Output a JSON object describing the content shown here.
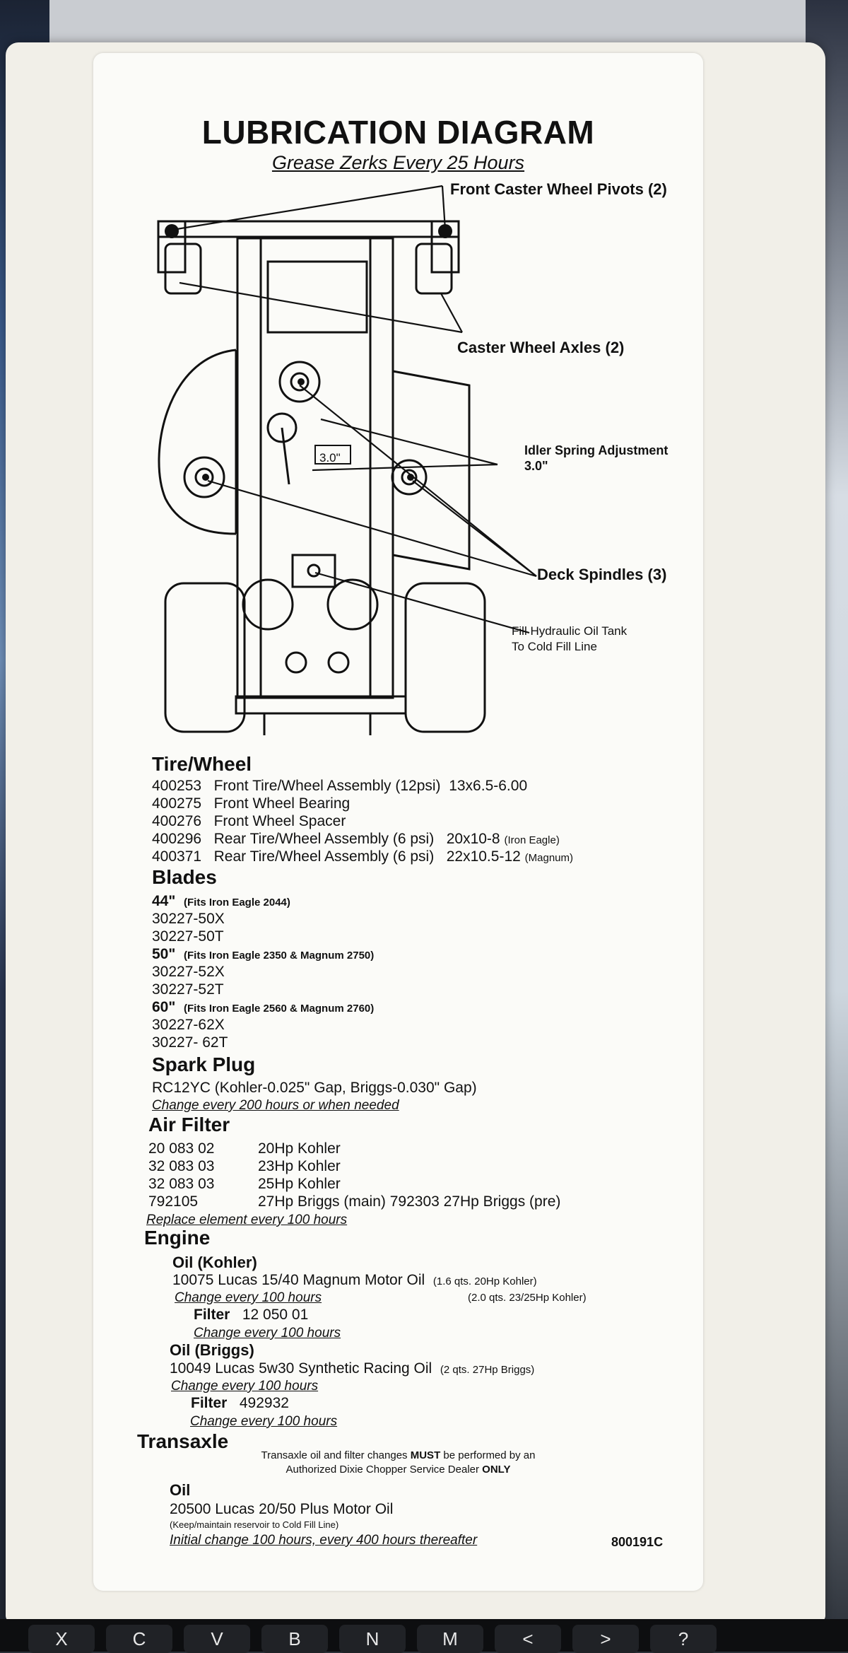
{
  "title": "LUBRICATION DIAGRAM",
  "subtitle": "Grease Zerks Every 25 Hours",
  "callouts": {
    "front_caster": "Front Caster Wheel Pivots (2)",
    "caster_axles": "Caster Wheel Axles (2)",
    "idler_1": "Idler Spring Adjustment",
    "idler_2": "3.0\"",
    "dim": "3.0\"",
    "deck_spindles": "Deck Spindles (3)",
    "fill_1": "Fill Hydraulic Oil Tank",
    "fill_2": "To Cold Fill Line"
  },
  "tire_wheel": {
    "heading": "Tire/Wheel",
    "rows": [
      {
        "part": "400253",
        "desc": "Front Tire/Wheel Assembly (12psi)",
        "size": "13x6.5-6.00",
        "note": ""
      },
      {
        "part": "400275",
        "desc": "Front Wheel Bearing",
        "size": "",
        "note": ""
      },
      {
        "part": "400276",
        "desc": "Front Wheel Spacer",
        "size": "",
        "note": ""
      },
      {
        "part": "400296",
        "desc": "Rear  Tire/Wheel Assembly (6 psi)",
        "size": "20x10-8",
        "note": "(Iron Eagle)"
      },
      {
        "part": "400371",
        "desc": "Rear  Tire/Wheel Assembly (6 psi)",
        "size": "22x10.5-12",
        "note": "(Magnum)"
      }
    ]
  },
  "blades": {
    "heading": "Blades",
    "groups": [
      {
        "size": "44\"",
        "fits": "(Fits Iron Eagle 2044)",
        "parts": [
          "30227-50X",
          "30227-50T"
        ]
      },
      {
        "size": "50\"",
        "fits": "(Fits Iron Eagle 2350 & Magnum 2750)",
        "parts": [
          "30227-52X",
          "30227-52T"
        ]
      },
      {
        "size": "60\"",
        "fits": "(Fits Iron Eagle 2560 & Magnum 2760)",
        "parts": [
          "30227-62X",
          "30227- 62T"
        ]
      }
    ]
  },
  "spark_plug": {
    "heading": "Spark Plug",
    "line": "RC12YC  (Kohler-0.025\" Gap, Briggs-0.030\" Gap)",
    "note": "Change every 200 hours or when needed"
  },
  "air_filter": {
    "heading": "Air Filter",
    "rows": [
      {
        "part": "20 083 02",
        "desc": "20Hp Kohler"
      },
      {
        "part": "32 083 03",
        "desc": "23Hp Kohler"
      },
      {
        "part": "32 083 03",
        "desc": "25Hp Kohler"
      },
      {
        "part": "792105",
        "desc": "27Hp Briggs (main)  792303  27Hp Briggs (pre)"
      }
    ],
    "note": "Replace element every 100 hours"
  },
  "engine": {
    "heading": "Engine",
    "kohler_heading": "Oil (Kohler)",
    "kohler_oil": "10075 Lucas 15/40 Magnum Motor Oil",
    "kohler_qty_1": "(1.6 qts. 20Hp Kohler)",
    "kohler_qty_2": "(2.0 qts. 23/25Hp Kohler)",
    "kohler_change": "Change every 100 hours",
    "kohler_filter_label": "Filter",
    "kohler_filter": "12 050 01",
    "kohler_filter_change": "Change every 100 hours",
    "briggs_heading": "Oil (Briggs)",
    "briggs_oil": "10049 Lucas 5w30 Synthetic Racing Oil",
    "briggs_qty": "(2 qts.  27Hp Briggs)",
    "briggs_change": "Change every 100 hours",
    "briggs_filter_label": "Filter",
    "briggs_filter": "492932",
    "briggs_filter_change": "Change every 100 hours"
  },
  "transaxle": {
    "heading": "Transaxle",
    "note_pre": "Transaxle oil and filter changes ",
    "note_must": "MUST",
    "note_post": " be performed by an",
    "note_2_pre": "Authorized Dixie Chopper Service Dealer ",
    "note_only": "ONLY",
    "oil_heading": "Oil",
    "oil": "20500 Lucas 20/50 Plus Motor Oil",
    "oil_note": "(Keep/maintain reservoir to Cold Fill Line)",
    "change": "Initial change 100 hours, every 400 hours thereafter"
  },
  "part_number": "800191C",
  "keyboard": [
    "X",
    "C",
    "V",
    "B",
    "N",
    "M",
    "<",
    ">",
    "?"
  ]
}
